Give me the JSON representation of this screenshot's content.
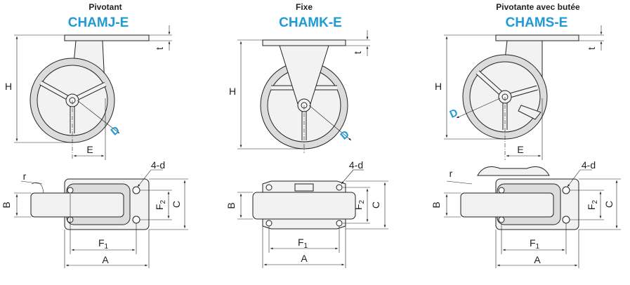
{
  "variants": [
    {
      "caption": "Pivotant",
      "code": "CHAMJ-E"
    },
    {
      "caption": "Fixe",
      "code": "CHAMK-E"
    },
    {
      "caption": "Pivotante avec butée",
      "code": "CHAMS-E"
    }
  ],
  "dims": {
    "H": "H",
    "t": "t",
    "D": "D",
    "E": "E",
    "r": "r",
    "B": "B",
    "F1": "F",
    "F1_sub": "1",
    "F2": "F",
    "F2_sub": "2",
    "A": "A",
    "C": "C",
    "d": "4-d"
  },
  "colors": {
    "accent": "#1e9ad6",
    "line": "#222222",
    "fill": "#f2f2f2",
    "wheel": "#dcdcdc"
  }
}
